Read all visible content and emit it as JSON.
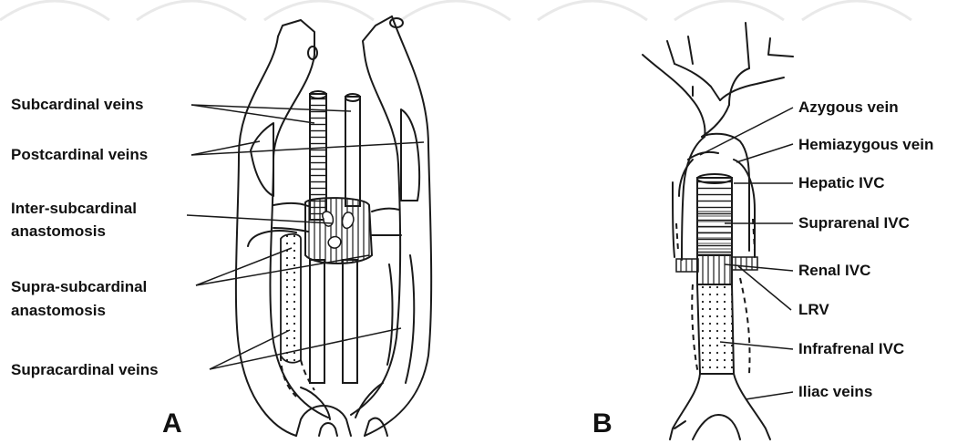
{
  "panel_a": {
    "letter": "A",
    "labels": {
      "subcardinal": "Subcardinal veins",
      "postcardinal": "Postcardinal veins",
      "inter_subcardinal_1": "Inter-subcardinal",
      "inter_subcardinal_2": "anastomosis",
      "supra_subcardinal_1": "Supra-subcardinal",
      "supra_subcardinal_2": "anastomosis",
      "supracardinal": "Supracardinal veins"
    }
  },
  "panel_b": {
    "letter": "B",
    "labels": {
      "azygous": "Azygous vein",
      "hemiazygous": "Hemiazygous vein",
      "hepatic_ivc": "Hepatic IVC",
      "suprarenal_ivc": "Suprarenal IVC",
      "renal_ivc": "Renal IVC",
      "lrv": "LRV",
      "infrarenal_ivc": "Infrafrenal IVC",
      "iliac": "Iliac veins"
    }
  }
}
